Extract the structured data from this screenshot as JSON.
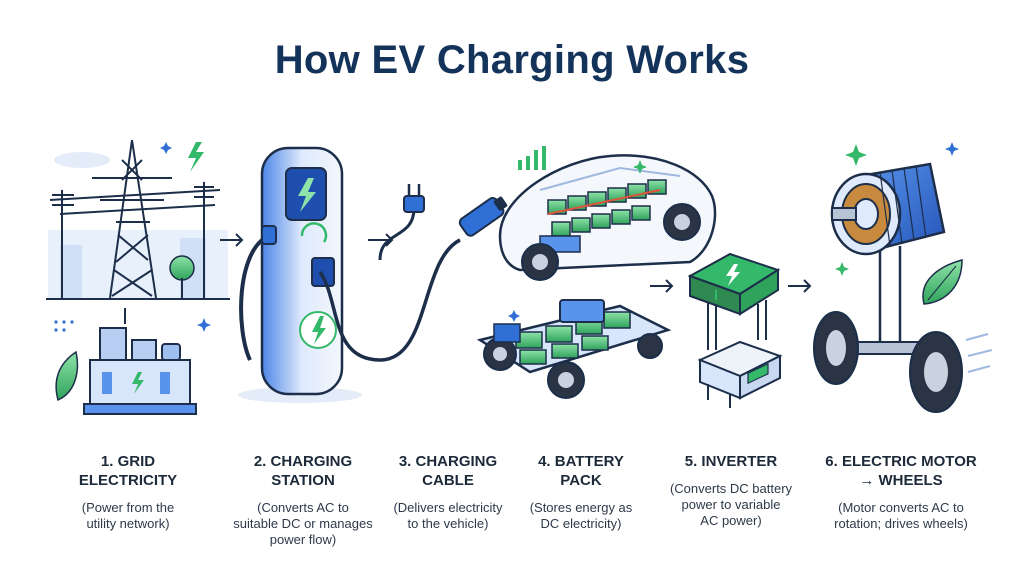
{
  "title": "How EV Charging Works",
  "steps": [
    {
      "label": "1. GRID\nELECTRICITY",
      "desc": "(Power from the\nutility network)"
    },
    {
      "label": "2. CHARGING\nSTATION",
      "desc": "(Converts AC to\nsuitable DC or manages\npower flow)"
    },
    {
      "label": "3. CHARGING\nCABLE",
      "desc": "(Delivers electricity\nto the vehicle)"
    },
    {
      "label": "4. BATTERY\nPACK",
      "desc": "(Stores energy as\nDC electricity)"
    },
    {
      "label": "5. INVERTER",
      "desc": "(Converts DC battery\npower to variable\nAC power)"
    },
    {
      "label": "6. ELECTRIC MOTOR\n→ WHEELS",
      "desc": "(Motor converts AC to\nrotation; drives wheels)"
    }
  ],
  "colors": {
    "title": "#14335a",
    "primary_blue": "#2f6fd6",
    "light_blue": "#d8e6fb",
    "green": "#34b86a",
    "dark_outline": "#1c2e4a"
  },
  "icons": [
    "transmission-tower-icon",
    "power-plant-icon",
    "charging-station-icon",
    "plug-icon",
    "car-battery-icon",
    "inverter-icon",
    "motor-icon",
    "wheel-icon",
    "leaf-icon",
    "lightning-icon",
    "arrow-icon"
  ]
}
